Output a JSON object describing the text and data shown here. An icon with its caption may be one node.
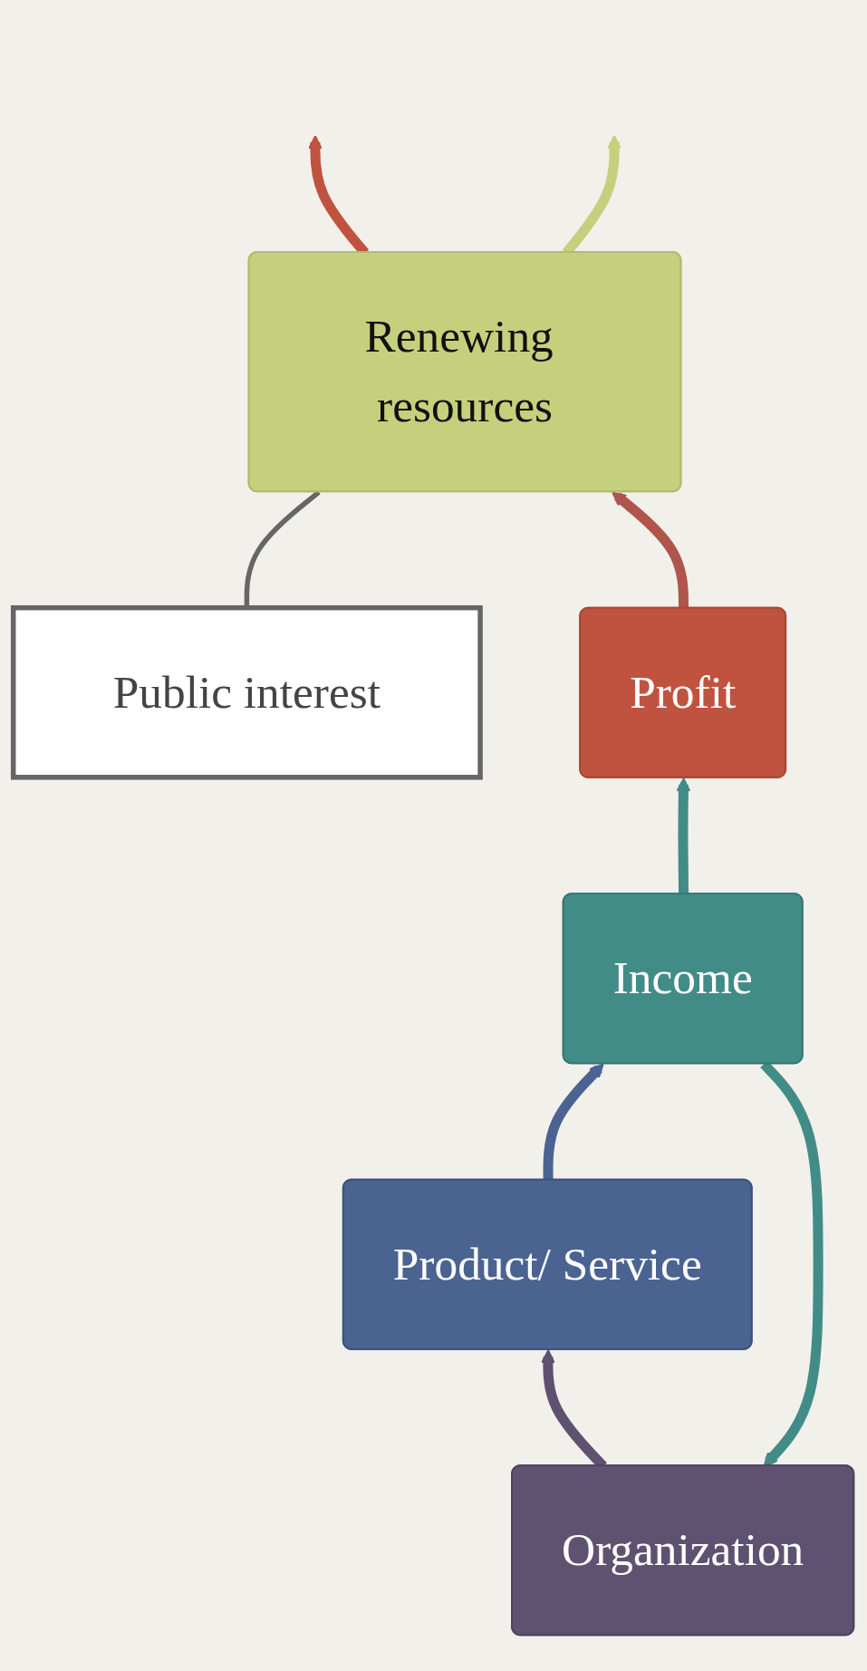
{
  "diagram": {
    "nodes": [
      {
        "text": [
          "Public interest"
        ]
      },
      {
        "text": [
          "Renewing resources"
        ]
      },
      {
        "text": [
          "Profit"
        ]
      },
      {
        "text": [
          "Income"
        ]
      },
      {
        "text": [
          "Product/ Service"
        ]
      },
      {
        "text": [
          "Organization"
        ]
      }
    ],
    "edges": [
      {
        "from": 0,
        "to": 1,
        "arrow": "none",
        "color": "#666666"
      },
      {
        "from": 1,
        "to": null,
        "arrow": "to",
        "color": "#c0533f"
      },
      {
        "from": 1,
        "to": null,
        "arrow": "to",
        "color": "#c5d07d"
      },
      {
        "from": 2,
        "to": 1,
        "arrow": "to",
        "color": "#b0554c"
      },
      {
        "from": 3,
        "to": 2,
        "arrow": "to",
        "color": "#428c88"
      },
      {
        "from": 4,
        "to": 3,
        "arrow": "to",
        "color": "#4a6391"
      },
      {
        "from": 5,
        "to": 4,
        "arrow": "to",
        "color": "#5e5270"
      },
      {
        "from": 3,
        "to": 5,
        "arrow": "to",
        "color": "#428c88"
      }
    ]
  }
}
